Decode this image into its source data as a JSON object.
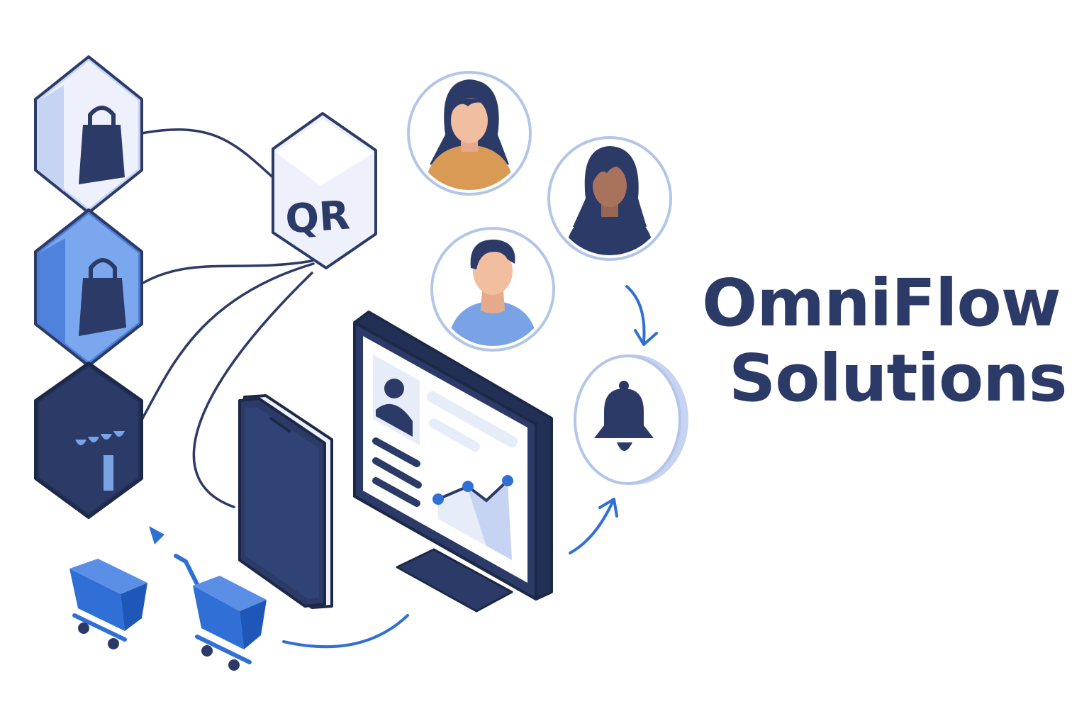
{
  "brand": {
    "line1": "OmniFlow",
    "line2": "Solutions"
  },
  "qr_tile": {
    "label": "QR"
  },
  "colors": {
    "navy": "#2b3a67",
    "navy_dark": "#223056",
    "blue": "#5b8fe6",
    "blue_bright": "#2f6fd6",
    "light_tile": "#eef1fb",
    "light_side": "#c6d3f2",
    "ring": "#b3c6e8",
    "skin_light": "#f2bea0",
    "skin_dark": "#a9725d",
    "shirt_orange": "#d99a55",
    "shirt_blue": "#7aa3e6"
  },
  "icons": [
    "shopping-bag-icon",
    "storefront-icon",
    "qr-code-icon",
    "smartphone-icon",
    "monitor-icon",
    "profile-icon",
    "line-chart-icon",
    "bell-icon",
    "shopping-cart-icon",
    "customer-avatar-icon"
  ]
}
